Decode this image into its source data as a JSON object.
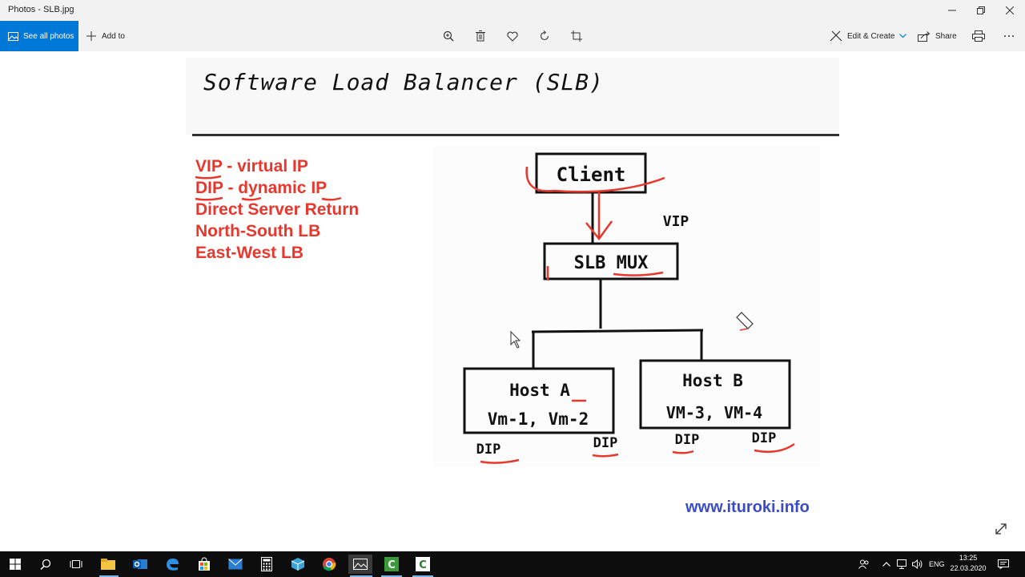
{
  "window": {
    "title": "Photos - SLB.jpg",
    "minimize_icon": "minimize-icon",
    "maximize_icon": "restore-icon",
    "close_icon": "close-icon"
  },
  "toolbar": {
    "see_all_label": "See all photos",
    "add_to_label": "Add to",
    "edit_create_label": "Edit & Create",
    "share_label": "Share",
    "icons": [
      "zoom-icon",
      "delete-icon",
      "favorite-icon",
      "rotate-icon",
      "crop-icon",
      "print-icon",
      "more-icon"
    ]
  },
  "slide": {
    "title": "Software Load Balancer (SLB)",
    "terms": [
      "VIP - virtual IP",
      "DIP - dynamic IP",
      "Direct Server Return",
      "North-South LB",
      "East-West LB"
    ],
    "watermark": "www.ituroki.info"
  },
  "diagram": {
    "client": "Client",
    "vip": "VIP",
    "mux": "SLB MUX",
    "host_a": "Host A",
    "host_a_vms": "Vm-1, Vm-2",
    "host_b": "Host B",
    "host_b_vms": "VM-3, VM-4",
    "dip": "DIP"
  },
  "taskbar": {
    "language": "ENG",
    "time": "13:25",
    "date": "22.03.2020"
  },
  "colors": {
    "accent": "#0078d7",
    "ink_red": "#e8372c",
    "watermark": "#3a4bc9"
  }
}
